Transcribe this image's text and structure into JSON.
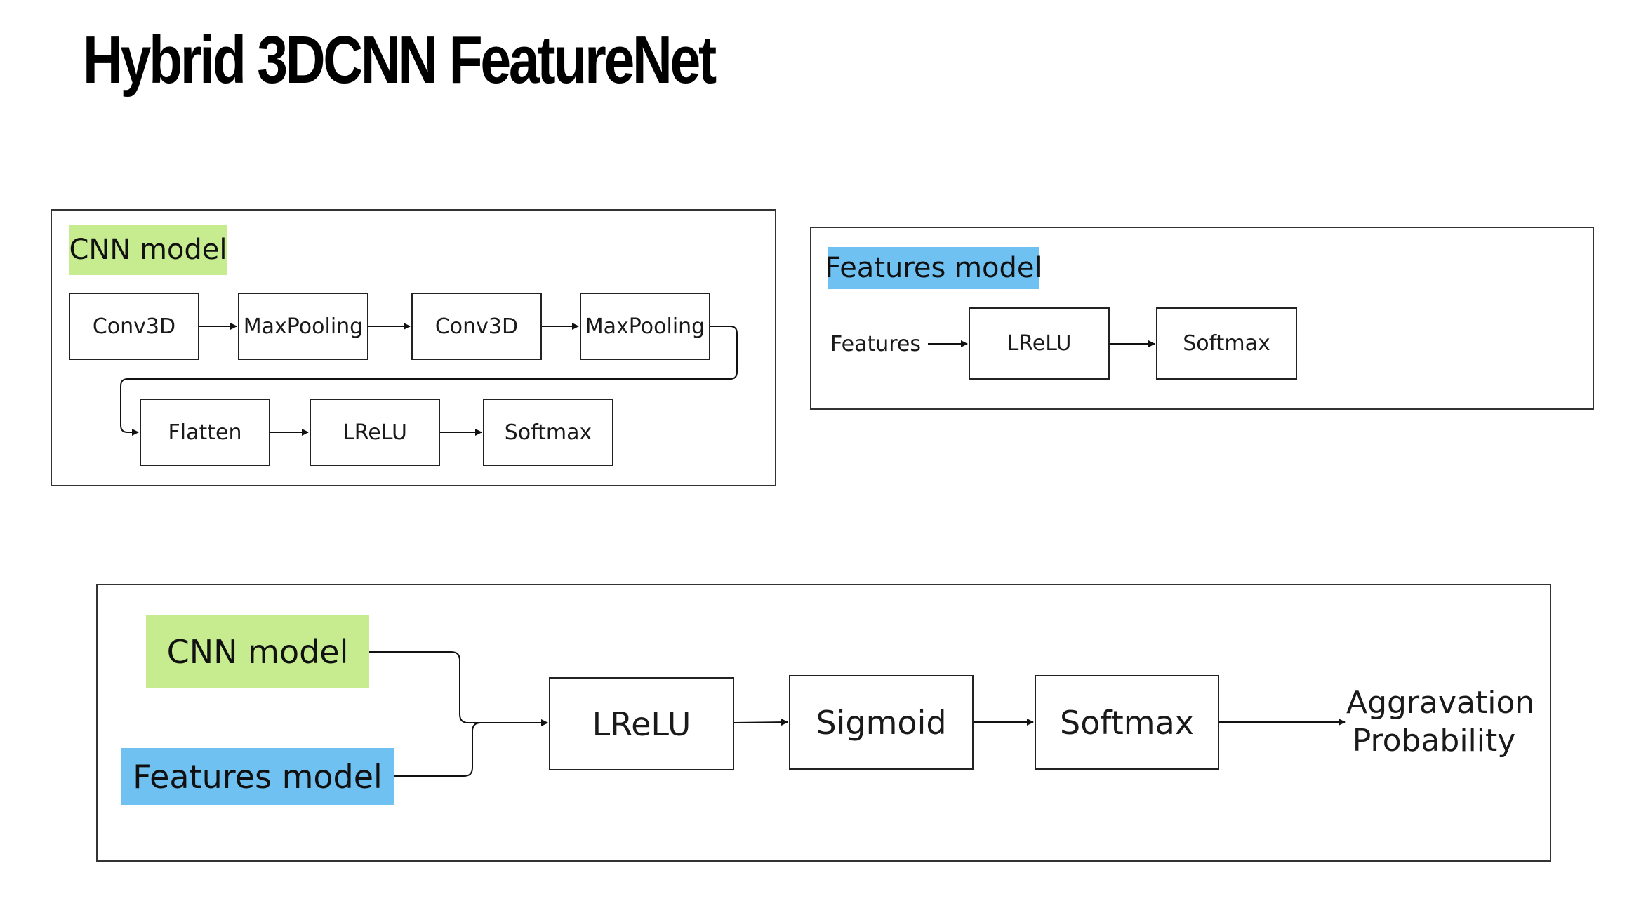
{
  "title": "Hybrid 3DCNN FeatureNet",
  "cnn_panel": {
    "tag": "CNN model",
    "row1": [
      "Conv3D",
      "MaxPooling",
      "Conv3D",
      "MaxPooling"
    ],
    "row2": [
      "Flatten",
      "LReLU",
      "Softmax"
    ]
  },
  "features_panel": {
    "tag": "Features model",
    "input": "Features",
    "boxes": [
      "LReLU",
      "Softmax"
    ]
  },
  "combined_panel": {
    "inputs": [
      "CNN model",
      "Features model"
    ],
    "boxes": [
      "LReLU",
      "Sigmoid",
      "Softmax"
    ],
    "output_line1": "Aggravation",
    "output_line2": "Probability"
  },
  "colors": {
    "cnn_tag": "#c6ec8f",
    "features_tag": "#6ec1f0"
  }
}
